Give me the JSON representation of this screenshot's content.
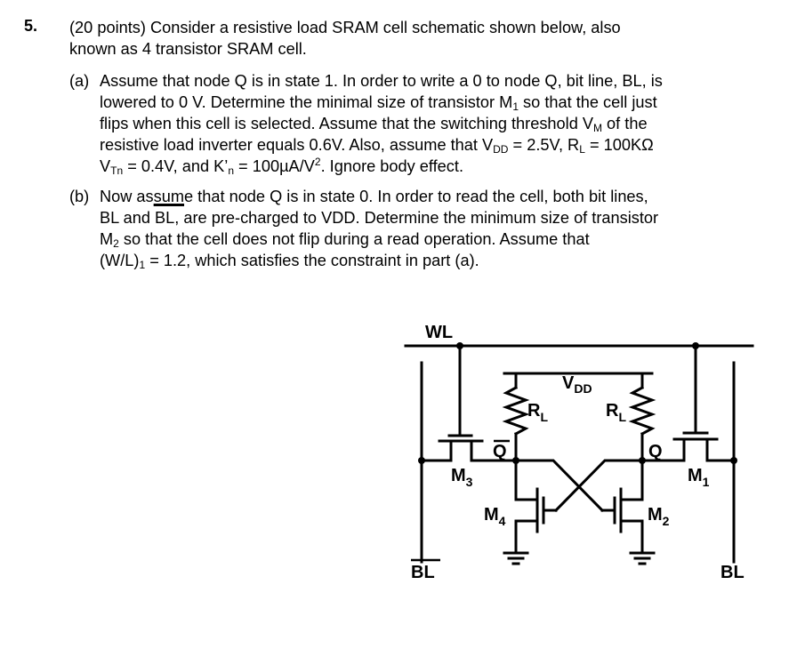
{
  "question": {
    "number": "5.",
    "intro_lines": [
      "(20 points) Consider a resistive load SRAM cell schematic shown below, also",
      "known as 4 transistor SRAM cell."
    ],
    "part_a": {
      "label": "(a)",
      "line1": "Assume that node Q is in state 1. In order to write a 0 to node Q, bit line, BL, is",
      "line2_pre": "lowered to 0 V. Determine the minimal size of transistor M",
      "line2_sub": "1",
      "line2_post": " so that the cell just",
      "line3_pre": "flips when this cell is selected. Assume that the switching threshold V",
      "line3_sub": "M",
      "line3_post": " of the",
      "line4_pre": "resistive load inverter equals 0.6V. Also, assume that V",
      "line4_sub1": "DD",
      "line4_mid": " = 2.5V, R",
      "line4_sub2": "L",
      "line4_post": " = 100KΩ",
      "line5_pre": "V",
      "line5_sub": "Tn",
      "line5_mid": " = 0.4V, and K’",
      "line5_sub2": "n",
      "line5_mid2": " = 100µA/V",
      "line5_sup": "2",
      "line5_post": ". Ignore body effect."
    },
    "part_b": {
      "label": "(b)",
      "line1_pre": "Now as",
      "line1_ul": "sum",
      "line1_post": "e that node Q is in state 0. In order to read the cell, both bit lines,",
      "line2_pre": "BL and ",
      "line2_ovl": "BL",
      "line2_post": ", are pre-charged to VDD. Determine the minimum size of transistor",
      "line3_pre": "M",
      "line3_sub": "2",
      "line3_post": " so that the cell does not flip during a read operation. Assume that",
      "line4_pre": "(W/L)",
      "line4_sub": "1",
      "line4_post": " = 1.2, which satisfies the constraint in part (a)."
    }
  },
  "schematic": {
    "labels": {
      "wordline": "WL",
      "vdd": "V",
      "vdd_sub": "DD",
      "rl_left": "R",
      "rl_left_sub": "L",
      "rl_right": "R",
      "rl_right_sub": "L",
      "q_bar": "Q",
      "q": "Q",
      "m1": "M",
      "m1_sub": "1",
      "m2": "M",
      "m2_sub": "2",
      "m3": "M",
      "m3_sub": "3",
      "m4": "M",
      "m4_sub": "4",
      "bl_bar": "BL",
      "bl": "BL"
    }
  }
}
